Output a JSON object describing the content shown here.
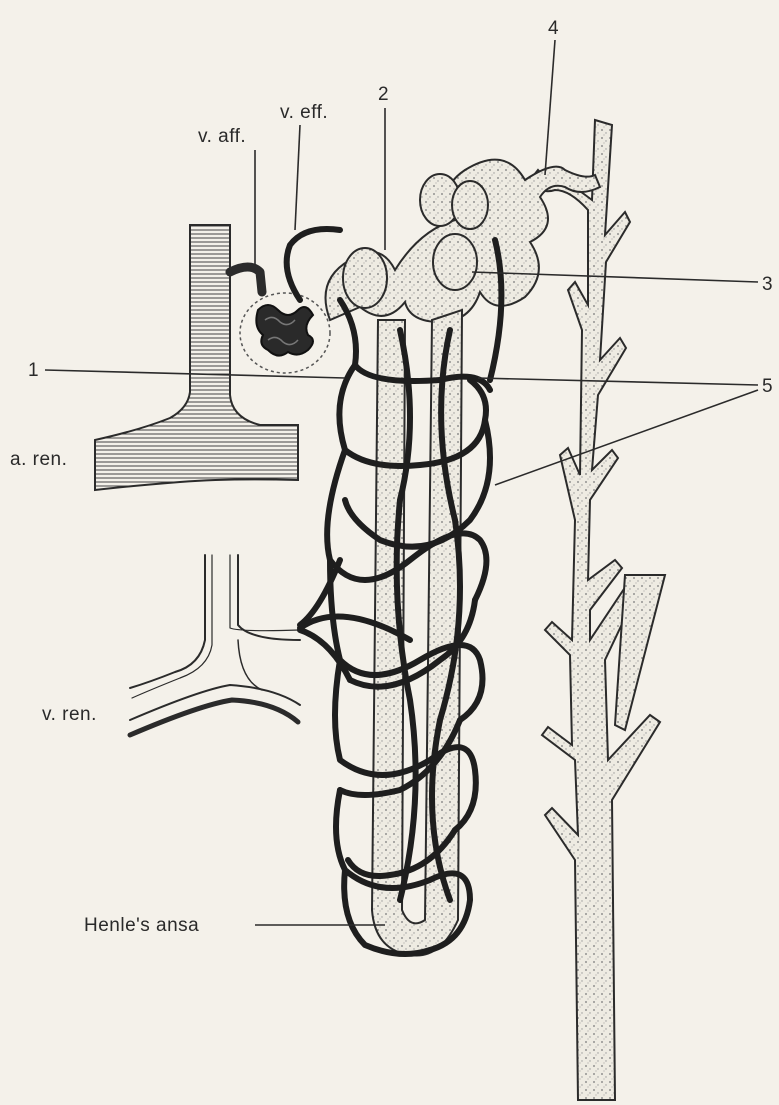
{
  "labels": {
    "v_aff": "v. aff.",
    "v_eff": "v. eff.",
    "n1": "1",
    "n2": "2",
    "n3": "3",
    "n4": "4",
    "n5": "5",
    "a_ren": "a. ren.",
    "v_ren": "v. ren.",
    "henle": "Henle's ansa"
  },
  "colors": {
    "paper": "#f4f1ea",
    "ink": "#1e1e1e"
  }
}
